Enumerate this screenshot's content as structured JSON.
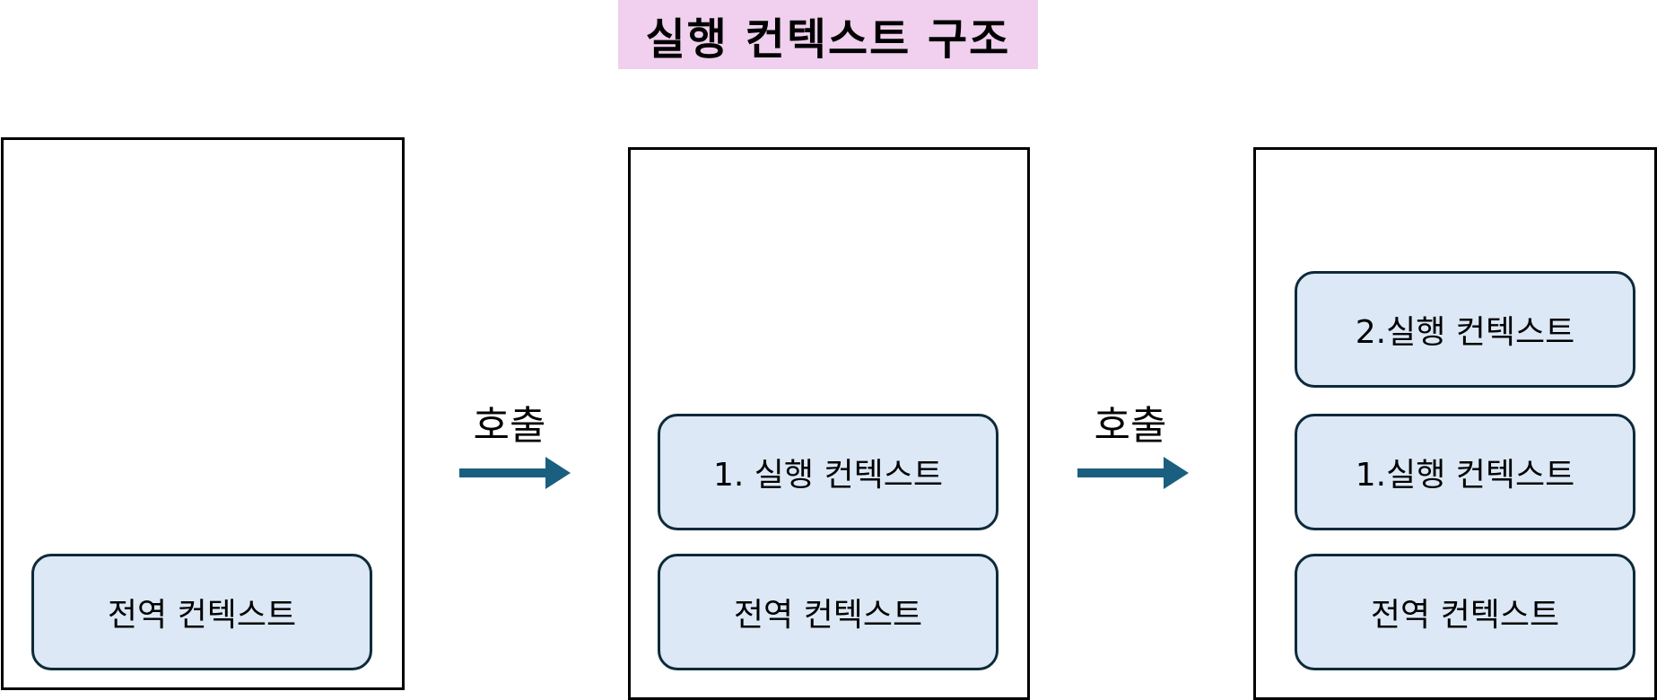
{
  "title": "실행 컨텍스트 구조",
  "call_label": "호출",
  "colors": {
    "title_bg": "#f0d0ee",
    "box_fill": "#dce8f5",
    "box_border": "#0e2a3a",
    "arrow": "#1a5f80"
  },
  "stacks": [
    {
      "contexts": [
        "전역 컨텍스트"
      ]
    },
    {
      "contexts": [
        "1. 실행 컨텍스트",
        "전역 컨텍스트"
      ]
    },
    {
      "contexts": [
        "2.실행 컨텍스트",
        "1.실행 컨텍스트",
        "전역 컨텍스트"
      ]
    }
  ]
}
